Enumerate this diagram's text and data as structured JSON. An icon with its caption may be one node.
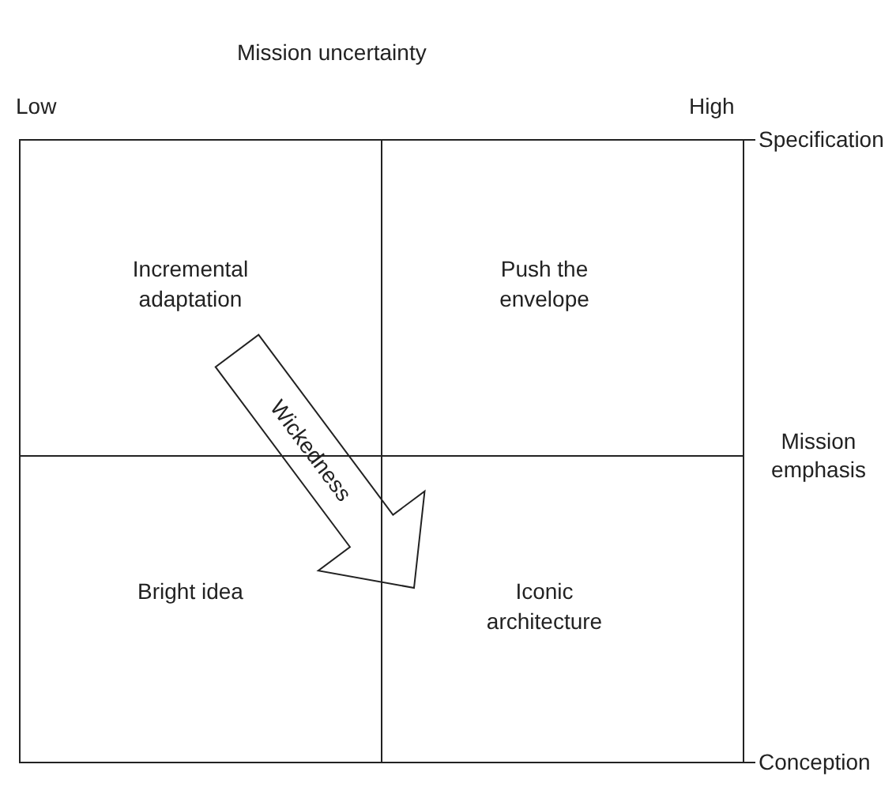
{
  "diagram": {
    "nodes": [
      {
        "text": [
          "Incremental adaptation"
        ]
      },
      {
        "text": [
          "Push the envelope"
        ]
      },
      {
        "text": [
          "Bright idea"
        ]
      },
      {
        "text": [
          "Iconic architecture"
        ]
      }
    ],
    "edges": [
      {
        "from": 0,
        "to": 3,
        "arrow": "to",
        "label": "Wickedness"
      }
    ],
    "labels": [
      "Mission uncertainty",
      "Low",
      "High",
      "Specification",
      "Mission emphasis",
      "Conception"
    ]
  }
}
